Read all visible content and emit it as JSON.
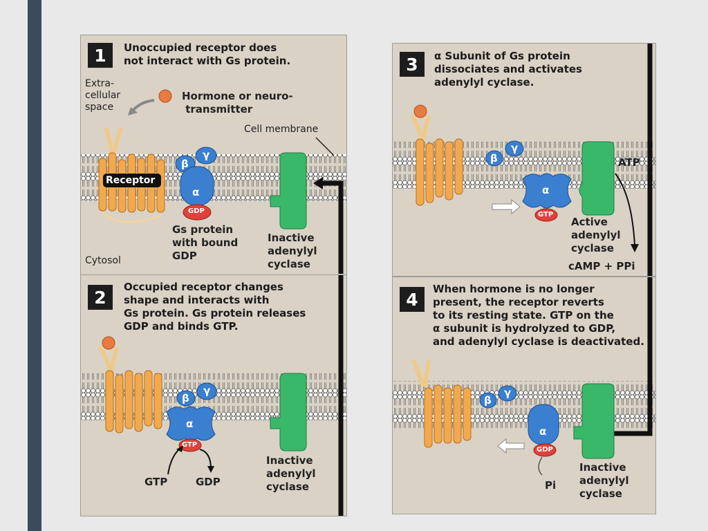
{
  "colors": {
    "background": "#e9e9e9",
    "panel": "#d9d2c5",
    "side_bar": "#3c4a5c",
    "receptor": "#f2a94d",
    "g_protein": "#3a7fd0",
    "adenylyl_cyclase": "#3ab86a",
    "gdp_gtp": "#e0413b",
    "hormone": "#e87c3e",
    "pathway": "#111111"
  },
  "panels": [
    {
      "number": "1",
      "title_lines": [
        "Unoccupied receptor does",
        "not interact with Gs protein."
      ],
      "labels": {
        "extracellular": "Extra-\ncellular\nspace",
        "hormone": "Hormone or neuro-\n transmitter",
        "membrane": "Cell membrane",
        "receptor": "Receptor",
        "beta": "β",
        "gamma": "γ",
        "alpha": "α",
        "nucleotide": "GDP",
        "g_protein_caption": "Gs protein\nwith bound\nGDP",
        "cyclase": "Inactive\nadenylyl\ncyclase",
        "cytosol": "Cytosol"
      }
    },
    {
      "number": "2",
      "title_lines": [
        "Occupied receptor changes",
        "shape and interacts with",
        "Gs protein. Gs protein releases",
        "GDP and binds GTP."
      ],
      "labels": {
        "beta": "β",
        "gamma": "γ",
        "alpha": "α",
        "nucleotide": "GTP",
        "gtp_in": "GTP",
        "gdp_out": "GDP",
        "cyclase": "Inactive\nadenylyl\ncyclase"
      }
    },
    {
      "number": "3",
      "title_lines": [
        "α Subunit of Gs protein",
        "dissociates and activates",
        "adenylyl cyclase."
      ],
      "labels": {
        "beta": "β",
        "gamma": "γ",
        "alpha": "α",
        "nucleotide": "GTP",
        "atp": "ATP",
        "cyclase": "Active\nadenylyl\ncyclase",
        "products": "cAMP + PPi"
      }
    },
    {
      "number": "4",
      "title_lines": [
        "When hormone is no longer",
        "present, the receptor reverts",
        "to its resting state. GTP on the",
        "α subunit is hydrolyzed to GDP,",
        "and adenylyl cyclase is deactivated."
      ],
      "labels": {
        "beta": "β",
        "gamma": "γ",
        "alpha": "α",
        "nucleotide": "GDP",
        "pi": "Pi",
        "cyclase": "Inactive\nadenylyl\ncyclase"
      }
    }
  ]
}
